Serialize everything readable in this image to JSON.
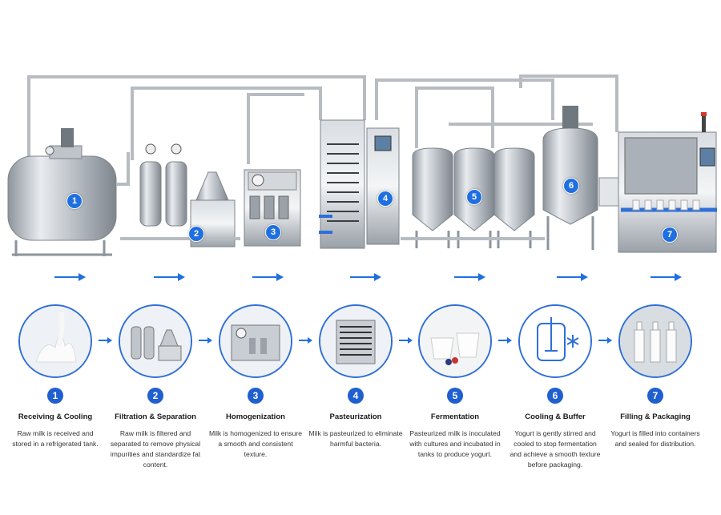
{
  "steps": [
    {
      "num": "1",
      "title": "Receiving & Cooling",
      "desc": "Raw milk is received and stored in a refrigerated tank."
    },
    {
      "num": "2",
      "title": "Filtration & Separation",
      "desc": "Raw milk is filtered and separated to remove physical impurities and standardize fat content."
    },
    {
      "num": "3",
      "title": "Homogenization",
      "desc": "Milk is homogenized to ensure a smooth and consistent texture."
    },
    {
      "num": "4",
      "title": "Pasteurization",
      "desc": "Milk is pasteurized to eliminate harmful bacteria."
    },
    {
      "num": "5",
      "title": "Fermentation",
      "desc": "Pasteurized milk is inoculated with cultures and incubated in tanks to produce yogurt."
    },
    {
      "num": "6",
      "title": "Cooling & Buffer",
      "desc": "Yogurt is gently stirred and cooled to stop fermentation and achieve a smooth texture before packaging."
    },
    {
      "num": "7",
      "title": "Filling & Packaging",
      "desc": "Yogurt is filled into containers and sealed for distribution."
    }
  ],
  "markers": [
    "1",
    "2",
    "3",
    "4",
    "5",
    "6",
    "7"
  ],
  "colors": {
    "accent": "#1f6fe0",
    "steel": "#c9ced4"
  }
}
